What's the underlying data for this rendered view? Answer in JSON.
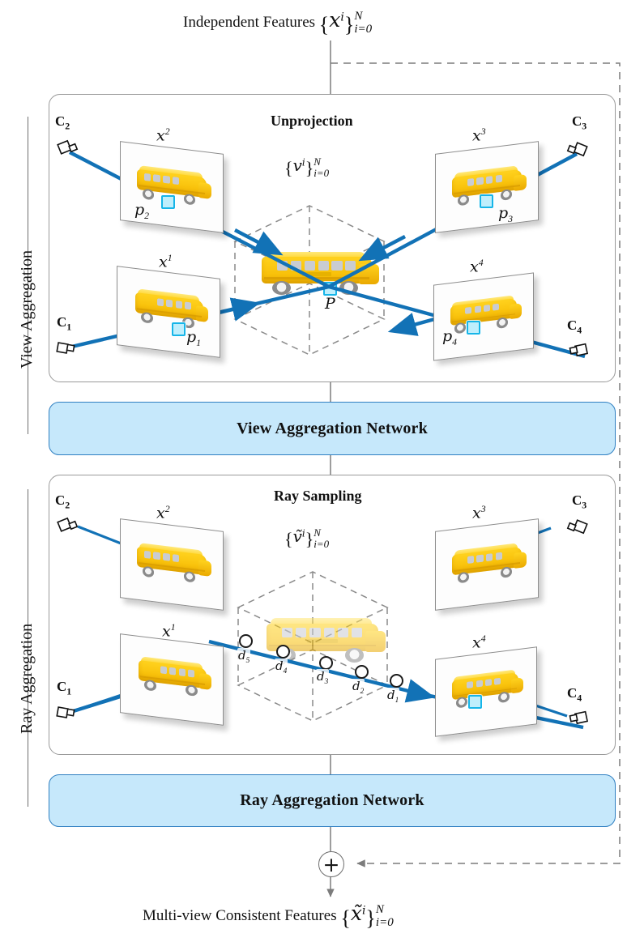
{
  "figure": {
    "top_caption": {
      "text": "Independent Features",
      "set_var": "x",
      "sup": "i",
      "upper": "N",
      "lower": "i=0"
    },
    "bottom_caption": {
      "text": "Multi-view Consistent Features",
      "set_var": "x̃",
      "sup": "i",
      "upper": "N",
      "lower": "i=0"
    },
    "side_labels": {
      "top": "View Aggregation",
      "bottom": "Ray Aggregation"
    },
    "sum_symbol": "+"
  },
  "view_panel": {
    "title": "Unprojection",
    "volume_label": {
      "var": "v",
      "sup": "i",
      "upper": "N",
      "lower": "i=0"
    },
    "center_point": "P",
    "cameras": [
      {
        "name": "C",
        "sub": "2",
        "plane": "x",
        "plane_sup": "2",
        "point": "p",
        "point_sub": "2"
      },
      {
        "name": "C",
        "sub": "3",
        "plane": "x",
        "plane_sup": "3",
        "point": "p",
        "point_sub": "3"
      },
      {
        "name": "C",
        "sub": "1",
        "plane": "x",
        "plane_sup": "1",
        "point": "p",
        "point_sub": "1"
      },
      {
        "name": "C",
        "sub": "4",
        "plane": "x",
        "plane_sup": "4",
        "point": "p",
        "point_sub": "4"
      }
    ],
    "network_label": "View Aggregation Network"
  },
  "ray_panel": {
    "title": "Ray Sampling",
    "volume_label": {
      "var": "ṽ",
      "sup": "i",
      "upper": "N",
      "lower": "i=0"
    },
    "cameras": [
      {
        "name": "C",
        "sub": "2",
        "plane": "x",
        "plane_sup": "2"
      },
      {
        "name": "C",
        "sub": "3",
        "plane": "x",
        "plane_sup": "3"
      },
      {
        "name": "C",
        "sub": "1",
        "plane": "x",
        "plane_sup": "1"
      },
      {
        "name": "C",
        "sub": "4",
        "plane": "x",
        "plane_sup": "4"
      }
    ],
    "samples": [
      {
        "var": "d",
        "sub": "5"
      },
      {
        "var": "d",
        "sub": "4"
      },
      {
        "var": "d",
        "sub": "3"
      },
      {
        "var": "d",
        "sub": "2"
      },
      {
        "var": "d",
        "sub": "1"
      }
    ],
    "network_label": "Ray Aggregation Network"
  },
  "colors": {
    "ray_blue": "#1272b6",
    "network_fill": "#c6e8fb",
    "network_stroke": "#2f7fc1",
    "bus_yellow": "#ffd21e",
    "pixel_cyan": "#16b5e8",
    "flow_gray": "#7c7c7c",
    "panel_stroke": "#9a9a9a"
  }
}
